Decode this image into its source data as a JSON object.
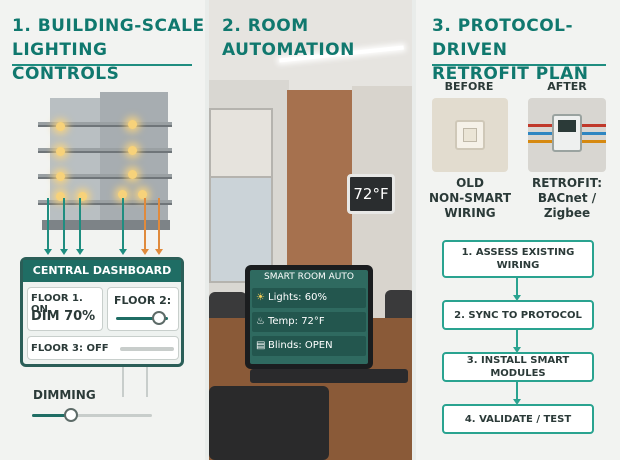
{
  "panel1": {
    "title_line1": "1. BUILDING-SCALE",
    "title_line2": "LIGHTING CONTROLS",
    "dashboard": {
      "header": "CENTRAL DASHBOARD",
      "floor1_label": "FLOOR 1. ON",
      "floor1_value": "DIM 70%",
      "floor2_label": "FLOOR 2:",
      "floor3_label": "FLOOR 3: OFF",
      "dimming_label": "DIMMING"
    },
    "colors": {
      "accent": "#1f8d80",
      "wire_alt": "#e08a3c",
      "lamp": "#f7d27a"
    }
  },
  "panel2": {
    "title": "2. ROOM AUTOMATION",
    "thermostat_temp": "72°F",
    "tablet": {
      "title": "SMART ROOM AUTO",
      "rows": [
        {
          "icon": "sun-icon",
          "text": "Lights: 60%"
        },
        {
          "icon": "thermometer-icon",
          "text": "Temp: 72°F"
        },
        {
          "icon": "blinds-icon",
          "text": "Blinds: OPEN"
        }
      ]
    }
  },
  "panel3": {
    "title_line1": "3. PROTOCOL-DRIVEN",
    "title_line2": "RETROFIT PLAN",
    "before_label": "BEFORE",
    "after_label": "AFTER",
    "before_caption": [
      "OLD",
      "NON-SMART",
      "WIRING"
    ],
    "after_caption": [
      "RETROFIT:",
      "BACnet /",
      "Zigbee"
    ],
    "steps": [
      [
        "1. ASSESS EXISTING",
        "WIRING"
      ],
      [
        "2. SYNC TO PROTOCOL"
      ],
      [
        "3. INSTALL SMART MODULES"
      ],
      [
        "4. VALIDATE / TEST"
      ]
    ]
  }
}
